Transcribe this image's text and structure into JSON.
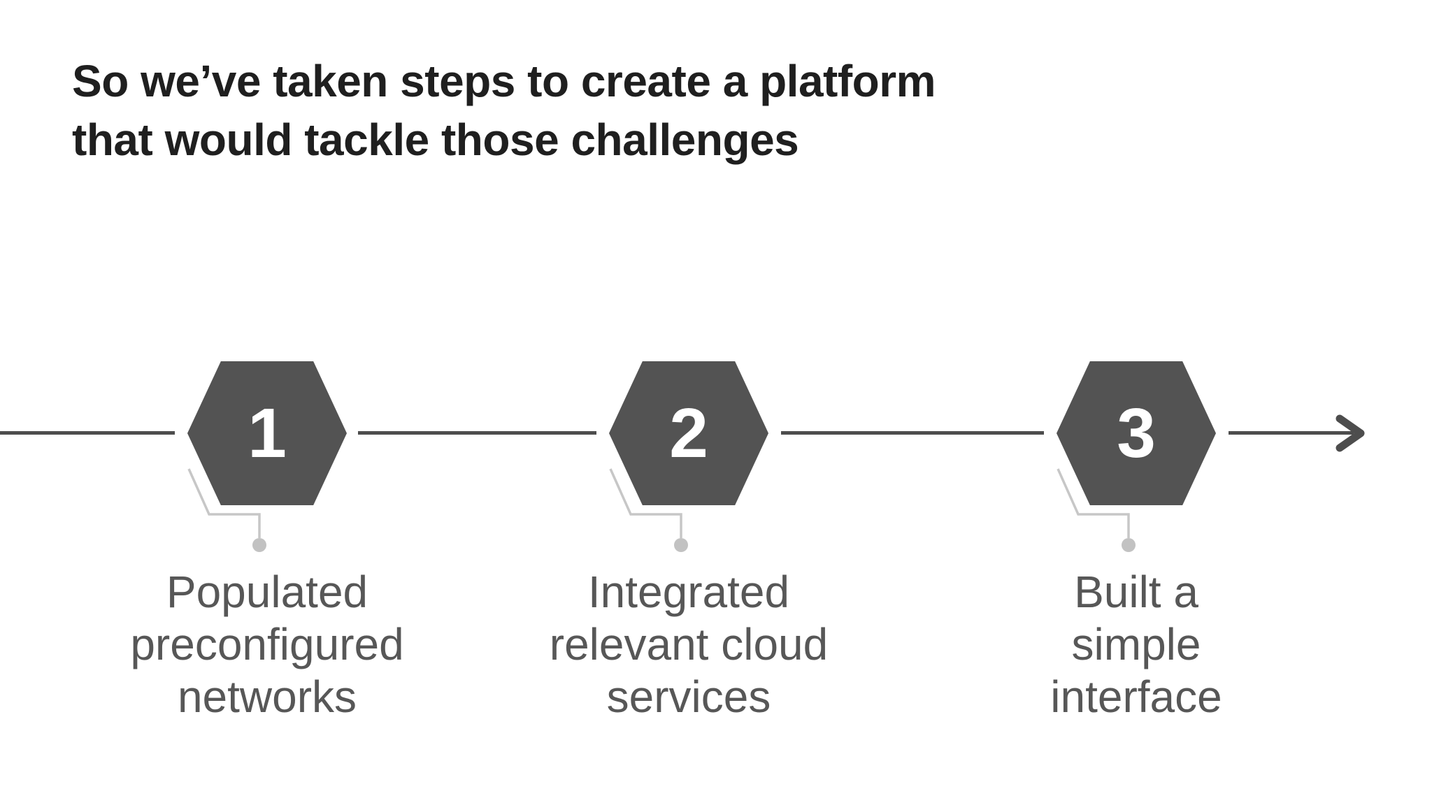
{
  "slide": {
    "title": {
      "line1": "So we’ve taken steps to create a platform",
      "line2": "that would tackle those challenges"
    },
    "steps": [
      {
        "number": "1",
        "label": "Populated\npreconfigured\nnetworks"
      },
      {
        "number": "2",
        "label": "Integrated\nrelevant cloud\nservices"
      },
      {
        "number": "3",
        "label": "Built a\nsimple\ninterface"
      }
    ],
    "colors": {
      "background": "#ffffff",
      "title_text": "#1f1f1f",
      "label_text": "#575757",
      "hexagon_fill": "#535353",
      "hexagon_number": "#ffffff",
      "timeline": "#4d4d4d",
      "leader_line": "#c7c7c7",
      "leader_dot": "#c2c2c2"
    }
  }
}
